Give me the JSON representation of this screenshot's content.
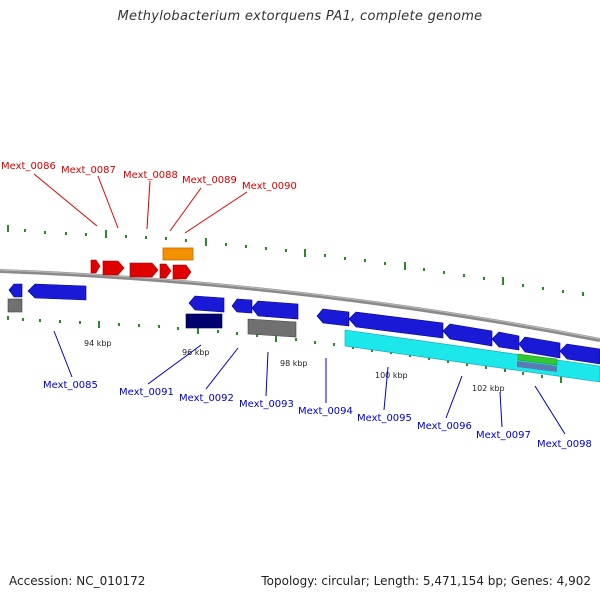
{
  "title": "Methylobacterium extorquens PA1, complete genome",
  "footer": {
    "accession": "Accession: NC_010172",
    "summary": "Topology: circular; Length: 5,471,154 bp; Genes: 4,902"
  },
  "ruler_labels": [
    "94 kbp",
    "96 kbp",
    "98 kbp",
    "100 kbp",
    "102 kbp"
  ],
  "colors": {
    "backbone": "#7a7a7a",
    "forward_gene": "#e00000",
    "reverse_gene": "#1a1ad6",
    "orange_feature": "#f29000",
    "cyan_feature": "#1ce8ec",
    "navy_feature": "#00006e",
    "gray_feature": "#707070",
    "green_feature": "#32c832",
    "tick": "#2a8a2a",
    "forward_label": "#d40000",
    "reverse_label": "#0000c8"
  },
  "forward_genes": [
    "Mext_0086",
    "Mext_0087",
    "Mext_0088",
    "Mext_0089",
    "Mext_0090"
  ],
  "reverse_genes": [
    "Mext_0085",
    "Mext_0091",
    "Mext_0092",
    "Mext_0093",
    "Mext_0094",
    "Mext_0095",
    "Mext_0096",
    "Mext_0097",
    "Mext_0098"
  ]
}
